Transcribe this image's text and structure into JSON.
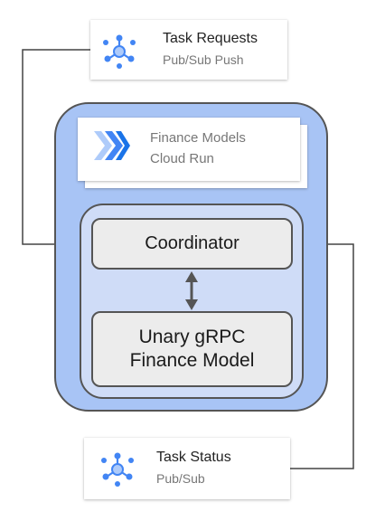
{
  "task_requests": {
    "title": "Task Requests",
    "subtitle": "Pub/Sub Push",
    "icon": "pubsub-icon"
  },
  "finance_models": {
    "title": "Finance Models",
    "subtitle": "Cloud Run",
    "icon": "cloud-run-icon"
  },
  "coordinator": {
    "label": "Coordinator"
  },
  "model": {
    "line1": "Unary gRPC",
    "line2": "Finance Model"
  },
  "task_status": {
    "title": "Task Status",
    "subtitle": "Pub/Sub",
    "icon": "pubsub-icon"
  },
  "colors": {
    "outer_fill": "#a8c4f5",
    "inner_fill": "#cfdcf7",
    "box_fill": "#ececec",
    "icon_blue": "#4285f4"
  }
}
